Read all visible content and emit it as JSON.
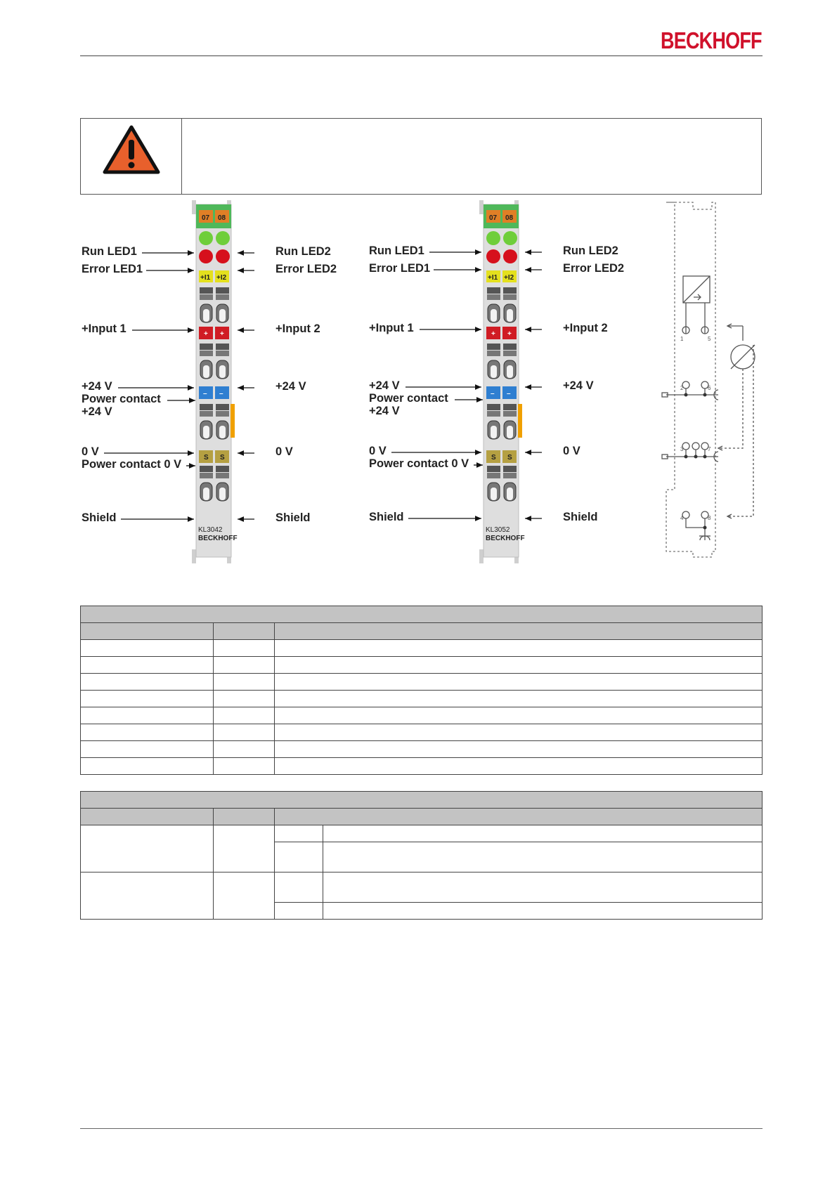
{
  "header": {
    "brand": "BECKHOFF"
  },
  "figure": {
    "left_terminal": {
      "top_tab": [
        "07",
        "08"
      ],
      "mid_tab": [
        "+I1",
        "+I2"
      ],
      "plus_tab": [
        "+",
        "+"
      ],
      "minus_tab": [
        "–",
        "–"
      ],
      "shield_tab": [
        "S",
        "S"
      ],
      "model": "KL3042",
      "brand": "BECKHOFF"
    },
    "right_terminal": {
      "top_tab": [
        "07",
        "08"
      ],
      "mid_tab": [
        "+I1",
        "+I2"
      ],
      "plus_tab": [
        "+",
        "+"
      ],
      "minus_tab": [
        "–",
        "–"
      ],
      "shield_tab": [
        "S",
        "S"
      ],
      "model": "KL3052",
      "brand": "BECKHOFF"
    },
    "labels": {
      "run_led1": "Run LED1",
      "error_led1": "Error LED1",
      "run_led2": "Run LED2",
      "error_led2": "Error LED2",
      "input1": "+Input 1",
      "input2": "+Input 2",
      "plus24": "+24 V",
      "power_contact": "Power contact",
      "zero_v": "0 V",
      "power_contact_0v": "Power contact 0 V",
      "shield": "Shield"
    },
    "schematic_pins": [
      "1",
      "5",
      "2",
      "6",
      "3",
      "7",
      "4",
      "8"
    ]
  },
  "colors": {
    "brand_red": "#d0112b",
    "warning_orange": "#e8602c",
    "green_led": "#6fce3a",
    "red_led": "#d6101c",
    "top_green": "#4fb85a",
    "yellow_tab": "#e4e01e",
    "red_tab": "#d01c24",
    "blue_tab": "#2f7fd1",
    "olive_tab": "#b5a042",
    "orange_bar": "#f0a000",
    "table_header": "#c3c3c3"
  }
}
